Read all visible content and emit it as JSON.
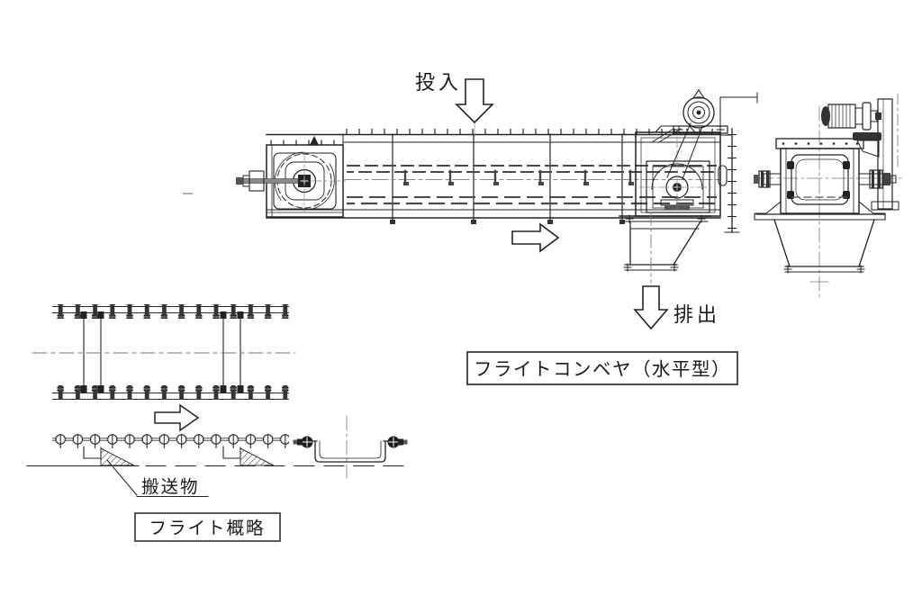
{
  "drawing": {
    "colors": {
      "line": "#222222",
      "background": "#ffffff",
      "hidden_line": "#4a4a4a",
      "centerline": "#888888"
    },
    "side_view": {
      "feed_label": "投入",
      "discharge_label": "排出",
      "caption": "フライトコンベヤ（水平型）"
    },
    "flight_detail": {
      "material_label": "搬送物",
      "caption": "フライト概略"
    },
    "icons": {
      "feed_arrow": "hollow-down-arrow",
      "discharge_arrow": "hollow-down-arrow",
      "travel_direction_arrow": "hollow-right-arrow",
      "flight_travel_arrow": "hollow-right-arrow"
    }
  }
}
